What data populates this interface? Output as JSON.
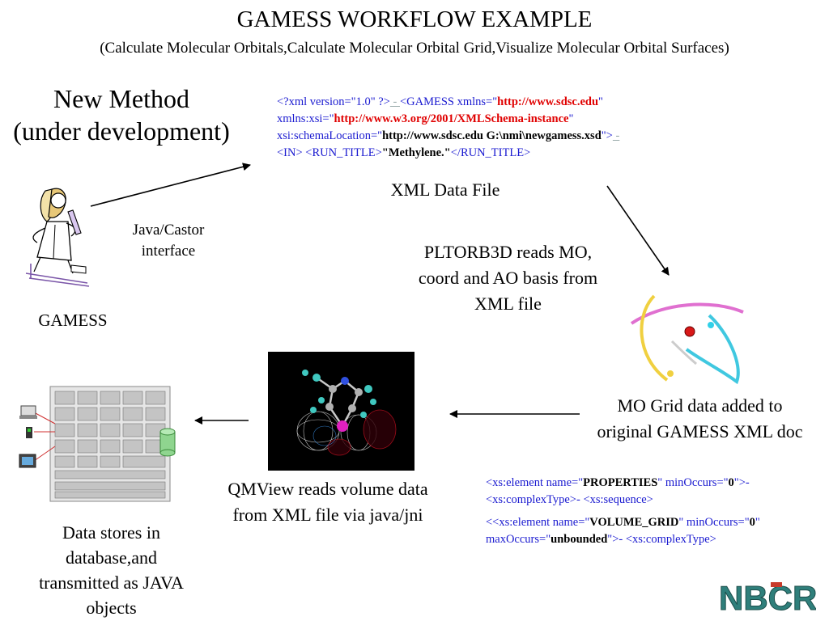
{
  "title": "GAMESS WORKFLOW EXAMPLE",
  "subtitle": "(Calculate Molecular Orbitals,Calculate Molecular Orbital Grid,Visualize Molecular Orbital Surfaces)",
  "method": {
    "line1": "New Method",
    "line2": "(under development)"
  },
  "interface": {
    "line1": "Java/Castor",
    "line2": "interface"
  },
  "gamess_label": "GAMESS",
  "xml_file": {
    "s1": "<?xml version=\"1.0\" ?>",
    "s2": " - ",
    "s3": " <GAMESS xmlns=\"",
    "s4": "http://www.sdsc.edu",
    "s5": "\"",
    "s6": "xmlns:xsi=\"",
    "s7": "http://www.w3.org/2001/XMLSchema-instance",
    "s8": "\"",
    "s9": "xsi:schemaLocation=\"",
    "s10": "http://www.sdsc.edu G:\\nmi\\newgamess.xsd",
    "s11": "\">",
    "s12": " - ",
    "s13": "<IN>   <RUN_TITLE>",
    "s14": "\"Methylene.\"",
    "s15": "</RUN_TITLE>"
  },
  "xml_label": "XML Data File",
  "pltorb": {
    "line1": "PLTORB3D reads MO,",
    "line2": "coord and AO basis from",
    "line3": "XML file"
  },
  "mo_grid": {
    "line1": "MO Grid data added to",
    "line2": "original GAMESS XML doc"
  },
  "qmview": {
    "line1": "QMView reads volume data",
    "line2": "from XML file via java/jni"
  },
  "data_stores": {
    "line1": "Data stores in",
    "line2": "database,and",
    "line3": "transmitted as JAVA",
    "line4": "objects"
  },
  "schema1": {
    "s1": "<xs:element name=\"",
    "s2": "PROPERTIES",
    "s3": "\" minOccurs=\"",
    "s4": "0",
    "s5": "\">- ",
    "s6": "<xs:complexType>- <xs:sequence>"
  },
  "schema2": {
    "s1": " <<xs:element name=\"",
    "s2": "VOLUME_GRID",
    "s3": "\" minOccurs=\"",
    "s4": "0",
    "s5": "\"",
    "s6": "maxOccurs=\"",
    "s7": "unbounded",
    "s8": "\">- <xs:complexType>"
  },
  "logo": "NBCR",
  "colors": {
    "xml_blue": "#1a1ad0",
    "xml_red": "#e00000",
    "logo_teal": "#4aa7a3",
    "logo_red": "#c83a2a"
  }
}
